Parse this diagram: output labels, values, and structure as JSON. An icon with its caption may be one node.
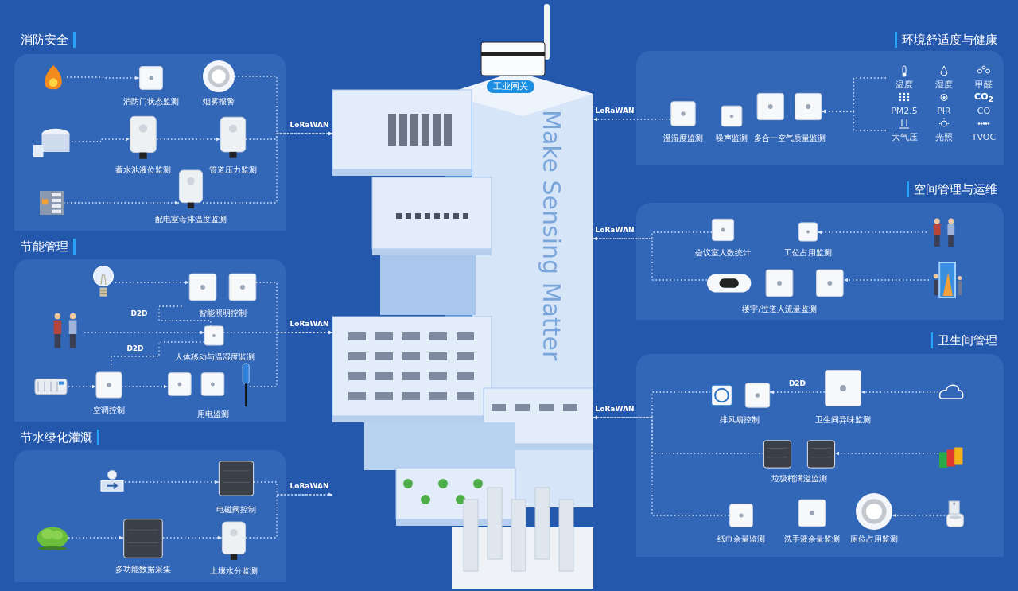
{
  "diagram": {
    "nodes": [
      {
        "text": [
          "Make Sensing Matter"
        ]
      },
      {
        "text": [
          "工业网关"
        ]
      },
      {
        "text": [
          "消防安全"
        ]
      },
      {
        "text": [],
        "shape": "picture",
        "in": 2
      },
      {
        "text": [
          "消防门状态监测"
        ],
        "in": 2
      },
      {
        "text": [
          "烟雾报警"
        ],
        "in": 2
      },
      {
        "text": [],
        "shape": "picture",
        "in": 2
      },
      {
        "text": [
          "蓄水池液位监测"
        ],
        "in": 2
      },
      {
        "text": [
          "管道压力监测"
        ],
        "in": 2
      },
      {
        "text": [],
        "shape": "picture",
        "in": 2
      },
      {
        "text": [
          "配电室母排温度监测"
        ],
        "in": 2
      },
      {
        "text": [
          "节能管理"
        ]
      },
      {
        "text": [],
        "shape": "picture",
        "in": 11
      },
      {
        "text": [
          "智能照明控制"
        ],
        "in": 11
      },
      {
        "text": [],
        "shape": "picture",
        "in": 11
      },
      {
        "text": [
          "人体移动与温湿度监测"
        ],
        "in": 11
      },
      {
        "text": [],
        "shape": "picture",
        "in": 11
      },
      {
        "text": [
          "空调控制"
        ],
        "in": 11
      },
      {
        "text": [
          "用电监测"
        ],
        "in": 11
      },
      {
        "text": [
          "节水绿化灌溉"
        ]
      },
      {
        "text": [],
        "shape": "picture",
        "in": 19
      },
      {
        "text": [
          "电磁阀控制"
        ],
        "in": 19
      },
      {
        "text": [],
        "shape": "picture",
        "in": 19
      },
      {
        "text": [
          "多功能数据采集"
        ],
        "in": 19
      },
      {
        "text": [
          "土壤水分监测"
        ],
        "in": 19
      },
      {
        "text": [
          "环境舒适度与健康"
        ]
      },
      {
        "text": [
          "温湿度监测"
        ],
        "in": 25
      },
      {
        "text": [
          "噪声监测"
        ],
        "in": 25
      },
      {
        "text": [
          "多合一空气质量监测"
        ],
        "in": 25
      },
      {
        "text": [
          "温度"
        ],
        "in": 25
      },
      {
        "text": [
          "湿度"
        ],
        "in": 25
      },
      {
        "text": [
          "甲醛"
        ],
        "in": 25
      },
      {
        "text": [
          "PM2.5"
        ],
        "in": 25
      },
      {
        "text": [
          "PIR"
        ],
        "in": 25
      },
      {
        "text": [
          "CO$_{2}$",
          "CO"
        ],
        "in": 25
      },
      {
        "text": [
          "大气压"
        ],
        "in": 25
      },
      {
        "text": [
          "光照"
        ],
        "in": 25
      },
      {
        "text": [
          "TVOC"
        ],
        "in": 25
      },
      {
        "text": [
          "空间管理与运维"
        ]
      },
      {
        "text": [
          "会议室人数统计"
        ],
        "in": 38
      },
      {
        "text": [
          "工位占用监测"
        ],
        "in": 38
      },
      {
        "text": [],
        "shape": "picture",
        "in": 38
      },
      {
        "text": [
          "楼宇/过道人流量监测"
        ],
        "in": 38
      },
      {
        "text": [],
        "shape": "picture",
        "in": 38
      },
      {
        "text": [
          "卫生间管理"
        ]
      },
      {
        "text": [
          "排风扇控制"
        ],
        "in": 44
      },
      {
        "text": [
          "卫生间异味监测"
        ],
        "in": 44
      },
      {
        "text": [],
        "shape": "picture",
        "in": 44
      },
      {
        "text": [
          "垃圾桶满溢监测"
        ],
        "in": 44
      },
      {
        "text": [],
        "shape": "picture",
        "in": 44
      },
      {
        "text": [
          "纸巾余量监测"
        ],
        "in": 44
      },
      {
        "text": [
          "洗手液余量监测"
        ],
        "in": 44
      },
      {
        "text": [
          "厕位占用监测"
        ],
        "in": 44
      },
      {
        "text": [],
        "shape": "picture",
        "in": 44
      }
    ],
    "edges": [
      {
        "from": 3,
        "to": 4,
        "arrow": "to"
      },
      {
        "from": 6,
        "to": 7,
        "arrow": "to"
      },
      {
        "from": 7,
        "to": 8,
        "arrow": "to"
      },
      {
        "from": 9,
        "to": 10,
        "arrow": "to"
      },
      {
        "from": 5,
        "to": 0,
        "arrow": "to"
      },
      {
        "from": 8,
        "to": 0,
        "arrow": "to",
        "label": "LoRaWAN"
      },
      {
        "from": 10,
        "to": 0,
        "arrow": "to"
      },
      {
        "from": 12,
        "to": 13,
        "arrow": "to"
      },
      {
        "from": 14,
        "to": 15,
        "arrow": "to"
      },
      {
        "from": 15,
        "to": 13,
        "arrow": "none",
        "label": "D2D"
      },
      {
        "from": 15,
        "to": 17,
        "arrow": "none",
        "label": "D2D"
      },
      {
        "from": 16,
        "to": 17,
        "arrow": "to"
      },
      {
        "from": 17,
        "to": 18,
        "arrow": "to"
      },
      {
        "from": 13,
        "to": 0,
        "arrow": "to"
      },
      {
        "from": 15,
        "to": 0,
        "arrow": "to",
        "label": "LoRaWAN"
      },
      {
        "from": 18,
        "to": 0,
        "arrow": "to"
      },
      {
        "from": 20,
        "to": 21,
        "arrow": "to"
      },
      {
        "from": 22,
        "to": 23,
        "arrow": "to"
      },
      {
        "from": 23,
        "to": 24,
        "arrow": "to"
      },
      {
        "from": 21,
        "to": 0,
        "arrow": "to",
        "label": "LoRaWAN"
      },
      {
        "from": 24,
        "to": 0,
        "arrow": "to"
      },
      {
        "from": 29,
        "to": 28,
        "arrow": "to"
      },
      {
        "from": 35,
        "to": 28,
        "arrow": "to"
      },
      {
        "from": 26,
        "to": 0,
        "arrow": "to",
        "label": "LoRaWAN"
      },
      {
        "from": 41,
        "to": 40,
        "arrow": "to"
      },
      {
        "from": 43,
        "to": 42,
        "arrow": "to"
      },
      {
        "from": 39,
        "to": 0,
        "arrow": "to",
        "label": "LoRaWAN"
      },
      {
        "from": 42,
        "to": 0,
        "arrow": "to"
      },
      {
        "from": 46,
        "to": 45,
        "arrow": "to",
        "label": "D2D"
      },
      {
        "from": 47,
        "to": 46,
        "arrow": "to"
      },
      {
        "from": 49,
        "to": 48,
        "arrow": "to"
      },
      {
        "from": 53,
        "to": 52,
        "arrow": "to"
      },
      {
        "from": 45,
        "to": 0,
        "arrow": "to",
        "label": "LoRaWAN"
      },
      {
        "from": 48,
        "to": 0,
        "arrow": "to"
      },
      {
        "from": 50,
        "to": 0,
        "arrow": "to"
      }
    ]
  }
}
